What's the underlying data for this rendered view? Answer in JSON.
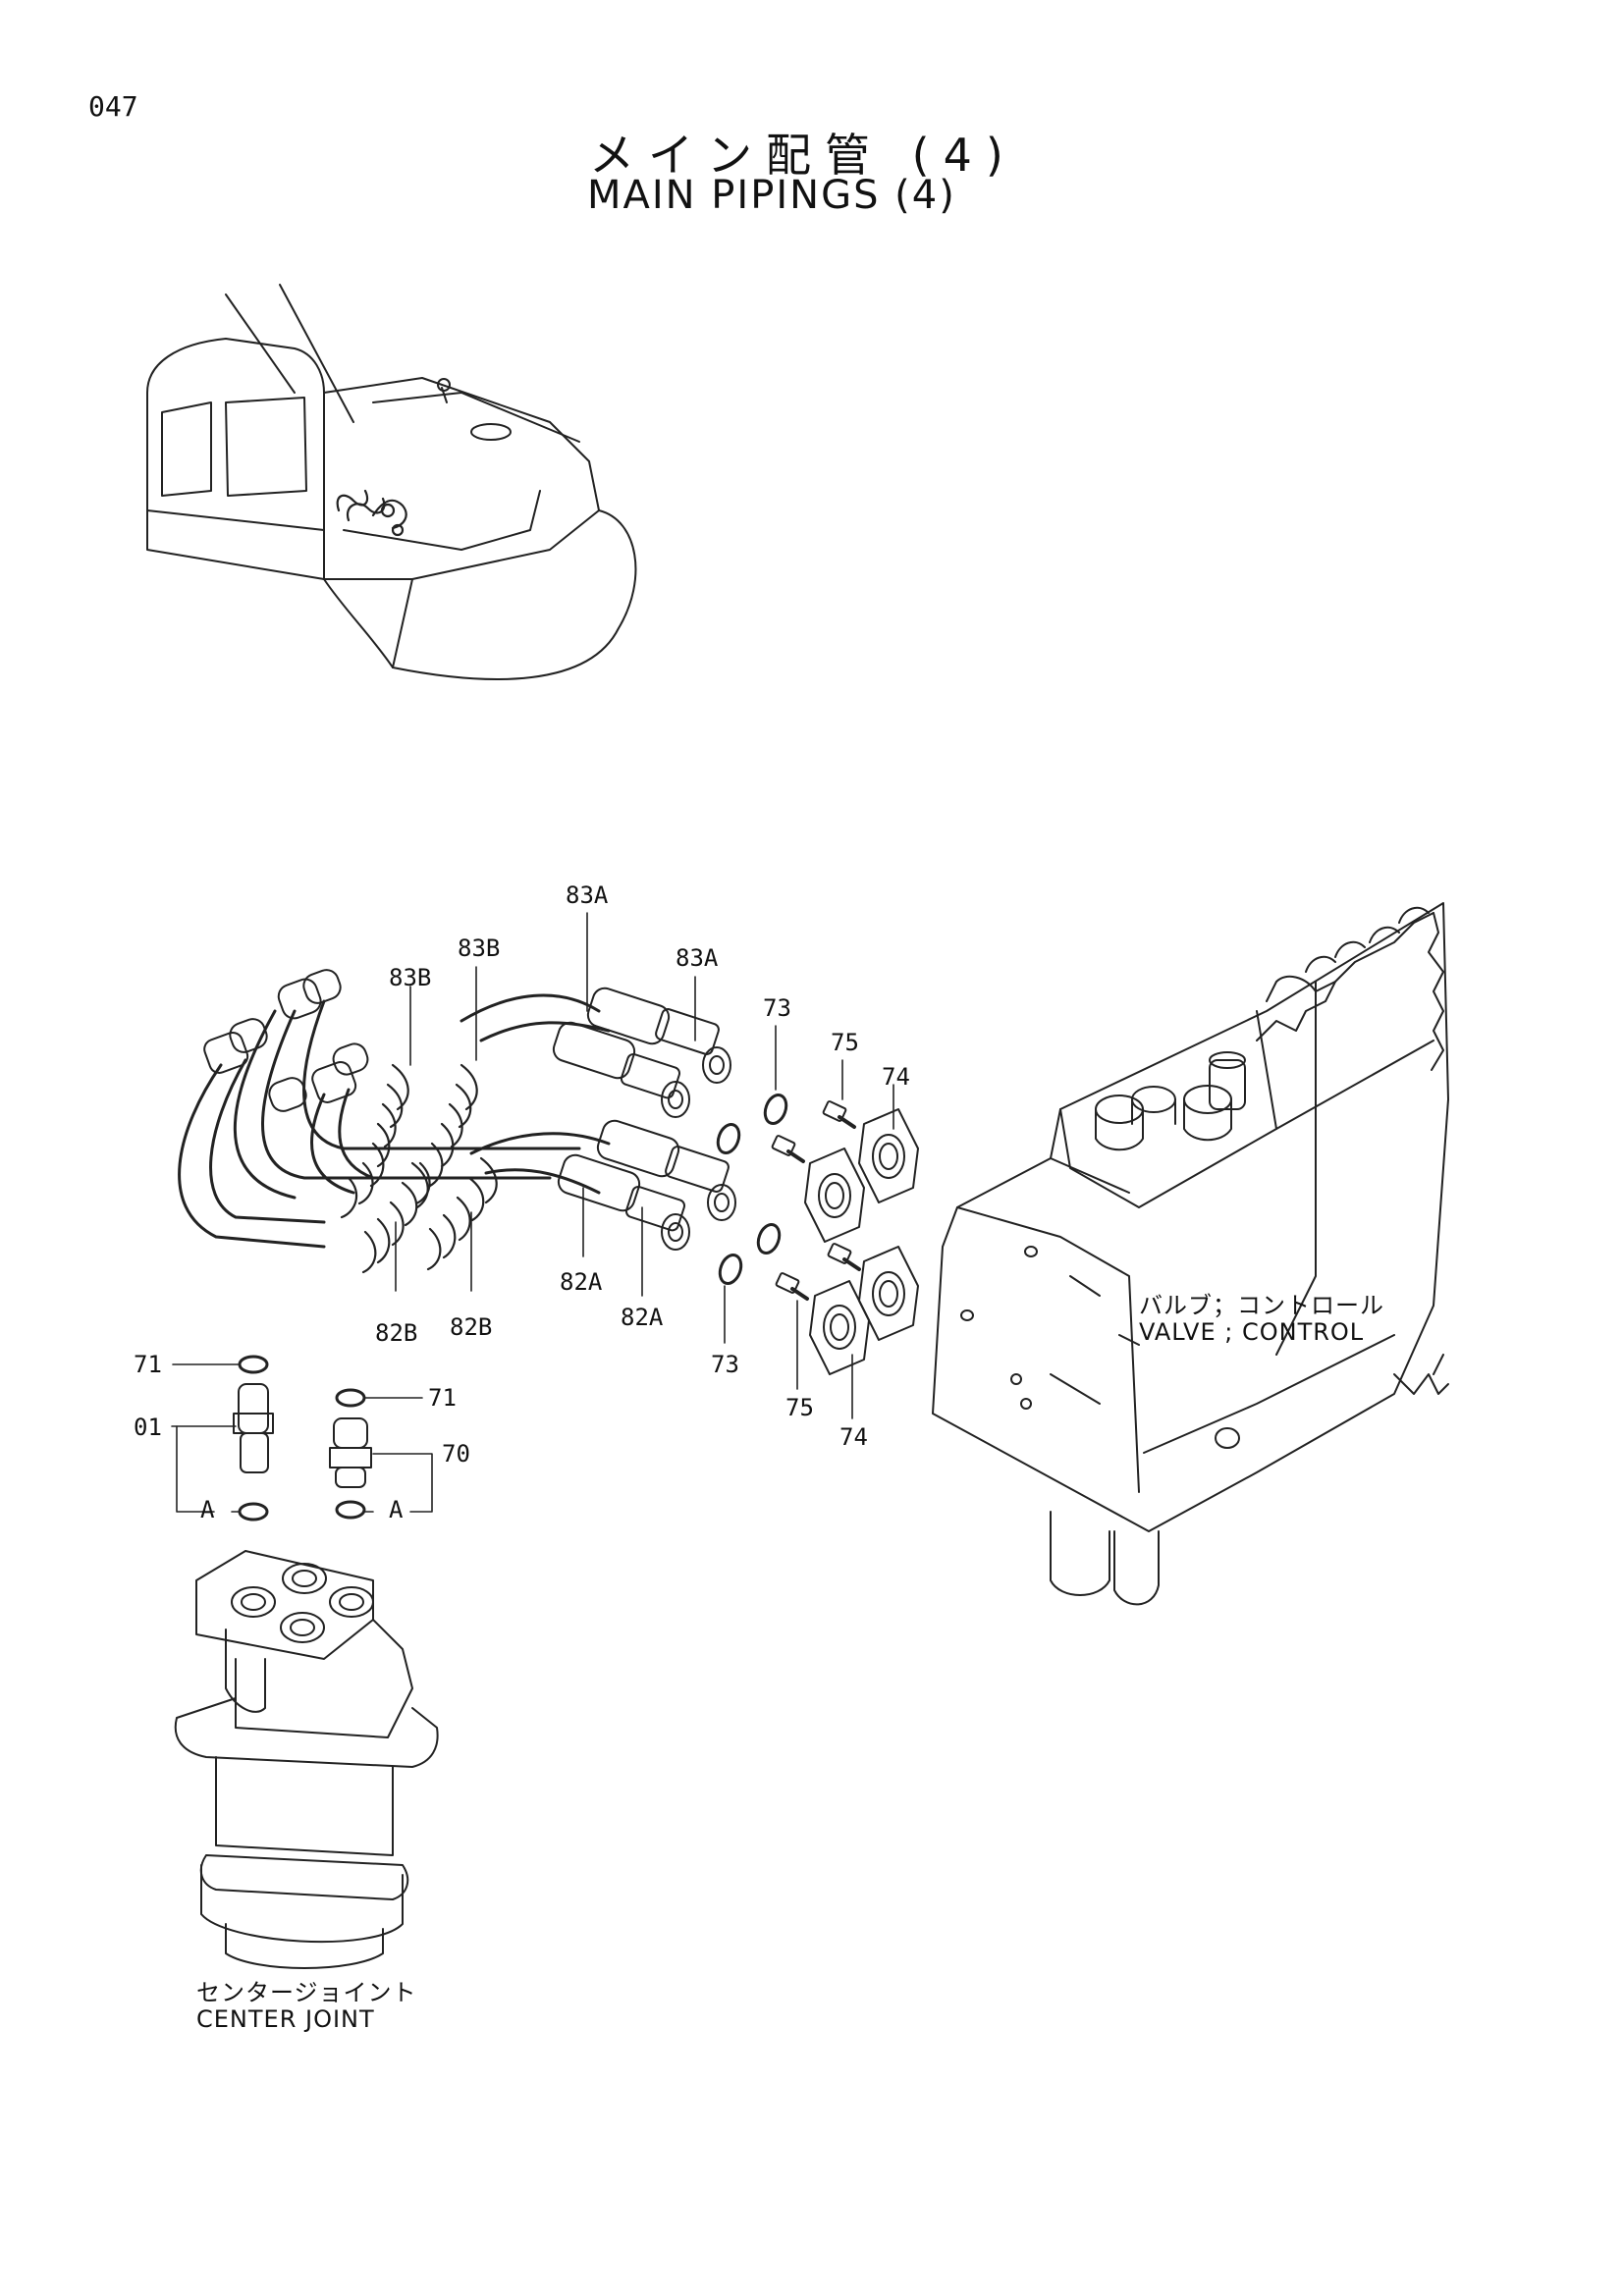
{
  "page_number": "047",
  "title_jp": "メイン配管 (4)",
  "title_en": "MAIN PIPINGS (4)",
  "captions": {
    "valve_jp": "バルブ；コントロール",
    "valve_en": "VALVE ; CONTROL",
    "joint_jp": "センタージョイント",
    "joint_en": "CENTER JOINT"
  },
  "labels": {
    "l83a_top": "83A",
    "l83a_right": "83A",
    "l83b_left": "83B",
    "l83b_right": "83B",
    "l73_top": "73",
    "l75_top": "75",
    "l74_top": "74",
    "l82a_left": "82A",
    "l82a_right": "82A",
    "l82b_left": "82B",
    "l82b_right": "82B",
    "l73_bottom": "73",
    "l75_bottom": "75",
    "l74_bottom": "74",
    "l71_left": "71",
    "l71_right": "71",
    "l01": "01",
    "l70": "70",
    "la_left": "A",
    "la_right": "A"
  }
}
